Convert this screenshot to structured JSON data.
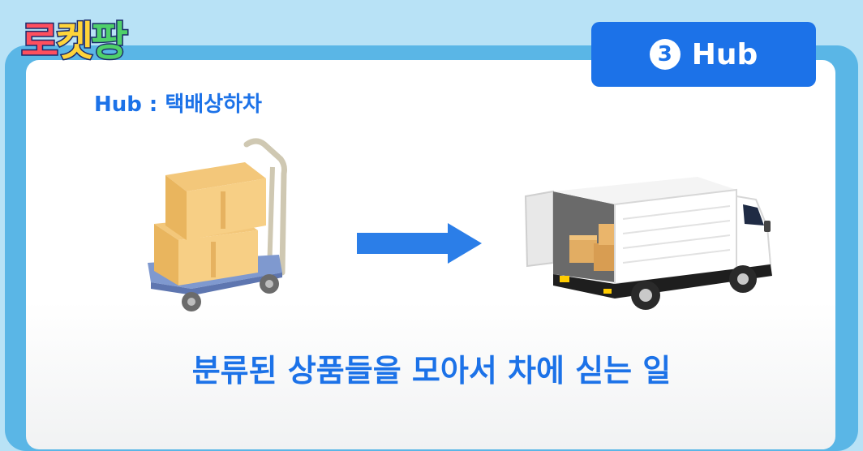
{
  "logo": {
    "chars": [
      "로",
      "켓",
      "팡"
    ],
    "colors": [
      "#ff4f5e",
      "#ffd43a",
      "#4fd06a"
    ]
  },
  "badge": {
    "number": "3",
    "label": "Hub"
  },
  "subtitle": "Hub : 택배상하차",
  "caption": "분류된 상품들을 모아서 차에 싣는 일",
  "colors": {
    "accent": "#1c72e8",
    "frame": "#5ab6e6",
    "background": "#b8e2f6"
  },
  "illustrations": [
    "hand-truck-with-boxes",
    "right-arrow",
    "delivery-truck-loaded"
  ]
}
